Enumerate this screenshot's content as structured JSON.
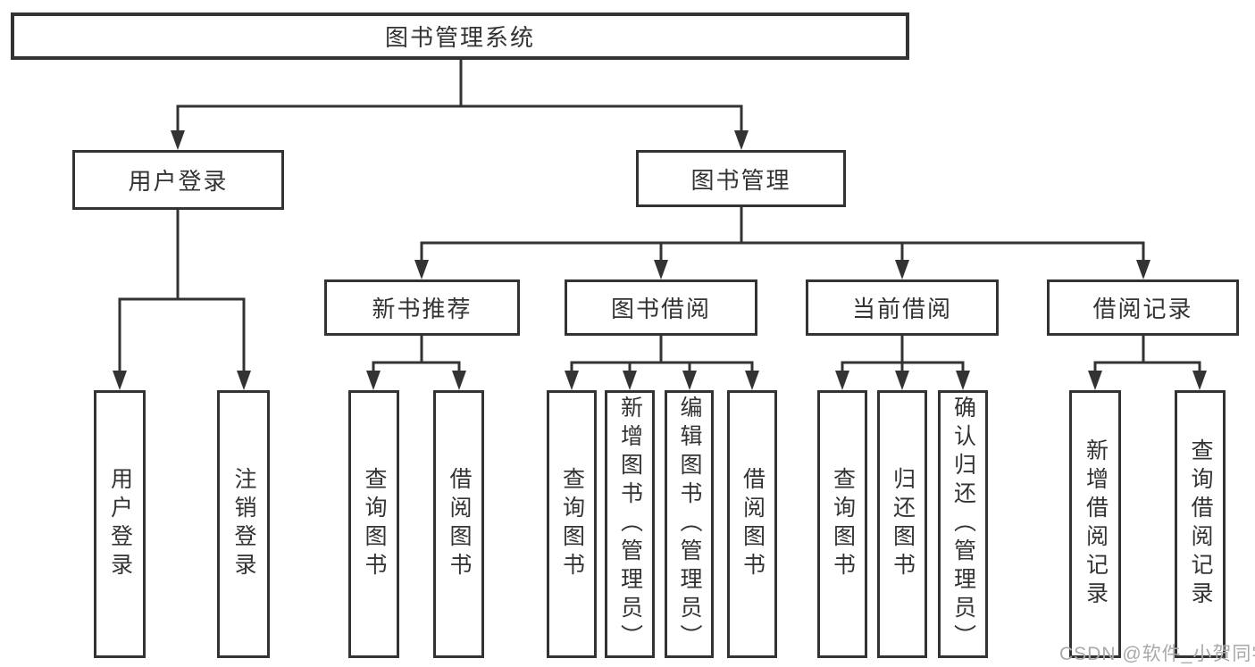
{
  "tree": {
    "label": "图书管理系统",
    "children": [
      {
        "label": "用户登录",
        "children": [
          {
            "label": "用户登录"
          },
          {
            "label": "注销登录"
          }
        ]
      },
      {
        "label": "图书管理",
        "children": [
          {
            "label": "新书推荐",
            "children": [
              {
                "label": "查询图书"
              },
              {
                "label": "借阅图书"
              }
            ]
          },
          {
            "label": "图书借阅",
            "children": [
              {
                "label": "查询图书"
              },
              {
                "label": "新增图书（管理员）"
              },
              {
                "label": "编辑图书（管理员）"
              },
              {
                "label": "借阅图书"
              }
            ]
          },
          {
            "label": "当前借阅",
            "children": [
              {
                "label": "查询图书"
              },
              {
                "label": "归还图书"
              },
              {
                "label": "确认归还（管理员）"
              }
            ]
          },
          {
            "label": "借阅记录",
            "children": [
              {
                "label": "新增借阅记录"
              },
              {
                "label": "查询借阅记录"
              }
            ]
          }
        ]
      }
    ]
  },
  "watermark": {
    "text": "CSDN @软件_小贺同学"
  },
  "colors": {
    "line": "#333333",
    "box_border": "#333333",
    "text": "#333333",
    "watermark": "#a9a9a9",
    "background": "#ffffff"
  }
}
